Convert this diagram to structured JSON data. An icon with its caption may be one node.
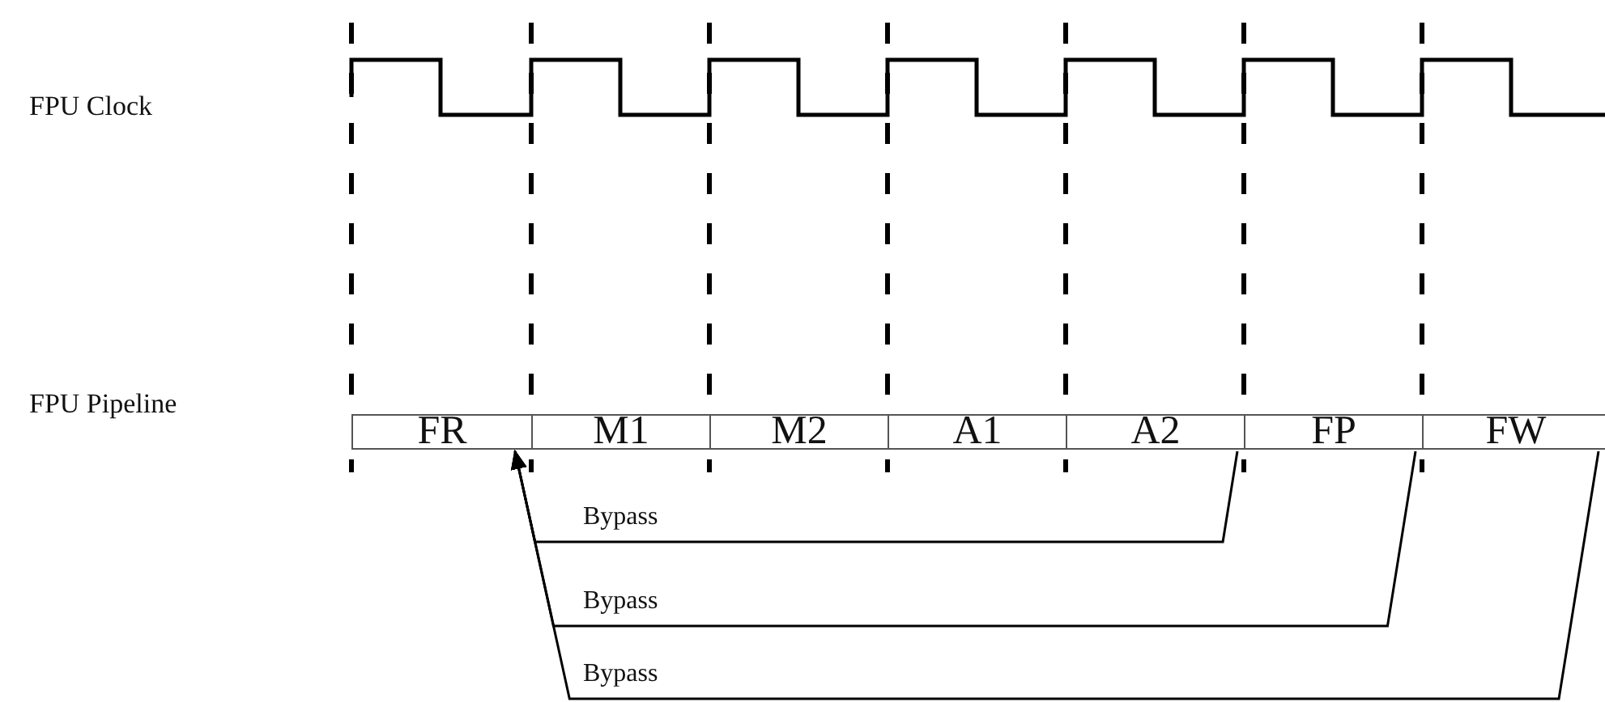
{
  "diagram": {
    "nodes": [
      {
        "text": [
          "FR"
        ]
      },
      {
        "text": [
          "M1"
        ]
      },
      {
        "text": [
          "M2"
        ]
      },
      {
        "text": [
          "A1"
        ]
      },
      {
        "text": [
          "A2"
        ]
      },
      {
        "text": [
          "FP"
        ]
      },
      {
        "text": [
          "FW"
        ]
      }
    ],
    "edges": [
      {
        "from": 4,
        "to": 0,
        "arrow": "to",
        "label": "Bypass"
      },
      {
        "from": 5,
        "to": 0,
        "arrow": "to",
        "label": "Bypass"
      },
      {
        "from": 6,
        "to": 0,
        "arrow": "to",
        "label": "Bypass"
      }
    ],
    "labels": [
      "FPU Clock",
      "FPU Pipeline"
    ]
  }
}
